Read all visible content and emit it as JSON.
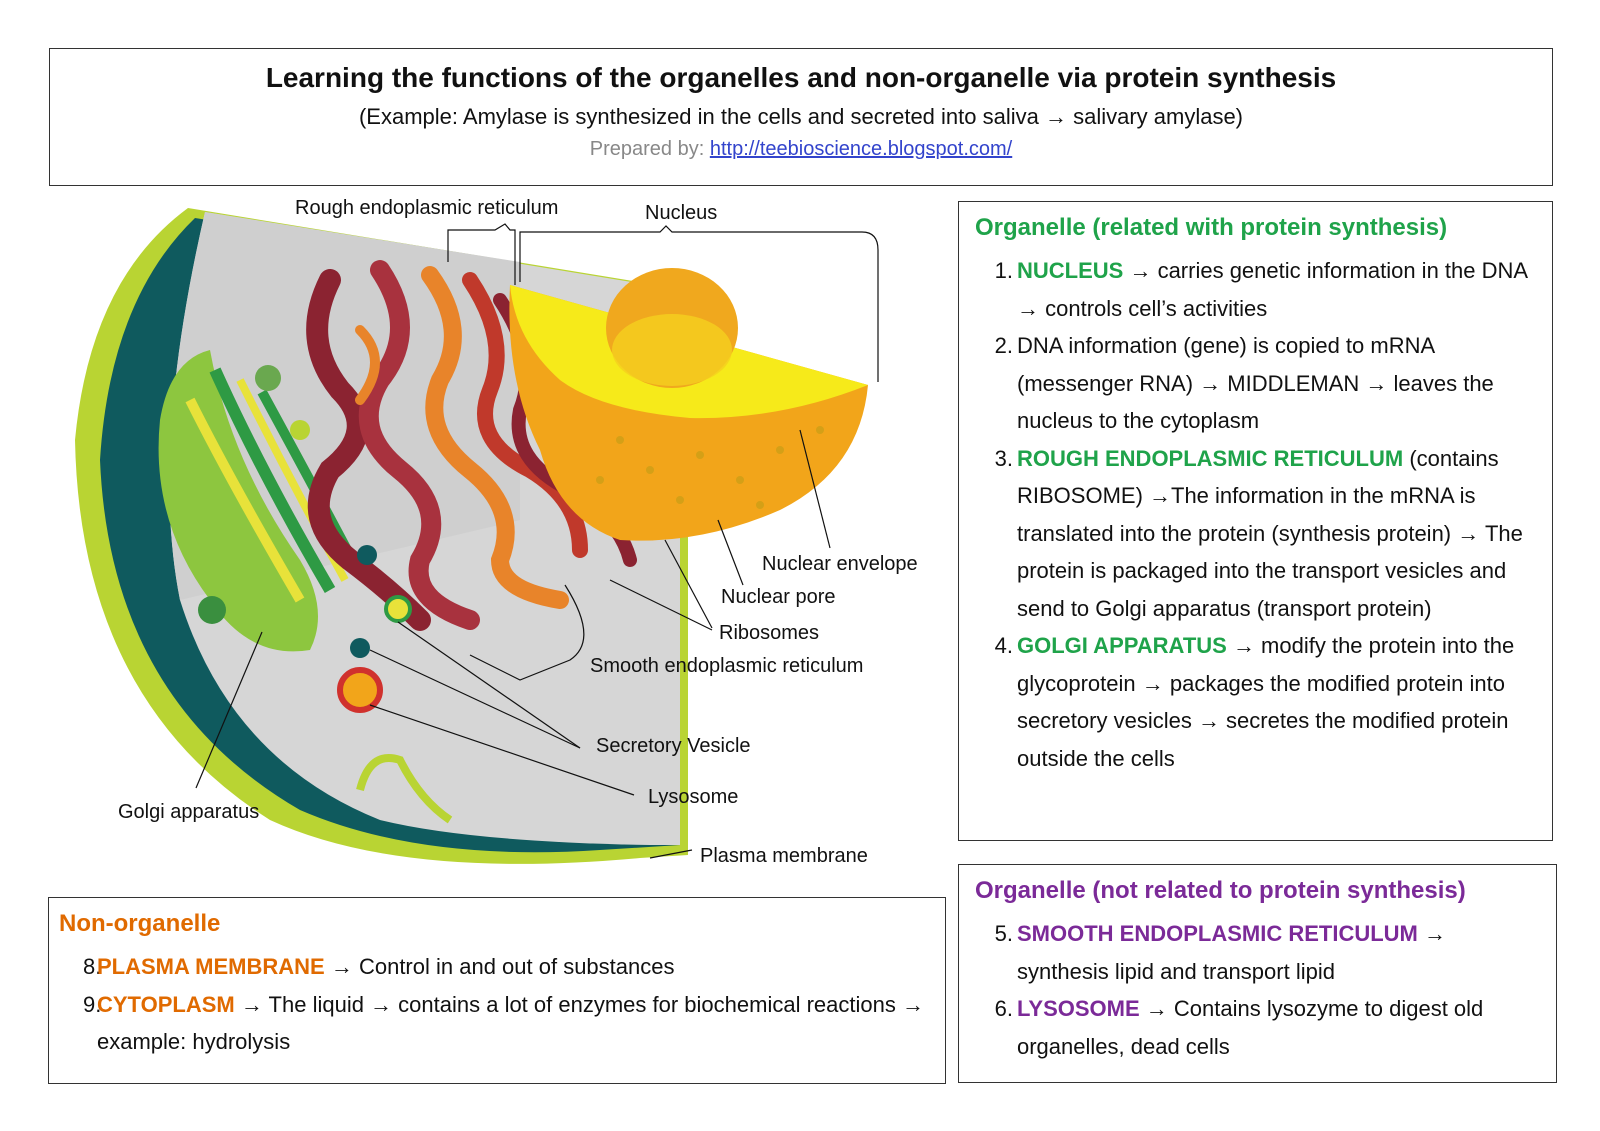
{
  "header": {
    "title": "Learning the functions of the organelles and non-organelle via protein synthesis",
    "subtitle": "(Example: Amylase is synthesized in the cells and secreted into saliva → salivary amylase)",
    "prepared_by": "Prepared by:",
    "link": "http://teebioscience.blogspot.com/"
  },
  "diagram_labels": {
    "rough_er": "Rough endoplasmic reticulum",
    "nucleus": "Nucleus",
    "nuclear_envelope": "Nuclear envelope",
    "nuclear_pore": "Nuclear pore",
    "ribosomes": "Ribosomes",
    "smooth_er": "Smooth endoplasmic reticulum",
    "secretory_vesicle": "Secretory Vesicle",
    "lysosome": "Lysosome",
    "golgi": "Golgi apparatus",
    "plasma_membrane": "Plasma membrane"
  },
  "protein_panel": {
    "title": "Organelle (related with protein synthesis)",
    "items": [
      {
        "num": "1.",
        "kw": "NUCLEUS",
        "text": " → carries genetic information in the DNA → controls cell’s activities"
      },
      {
        "num": "2.",
        "kw": "",
        "text": "DNA information (gene) is copied to mRNA (messenger RNA) → MIDDLEMAN → leaves the nucleus to the cytoplasm"
      },
      {
        "num": "3.",
        "kw": "ROUGH ENDOPLASMIC RETICULUM",
        "text": " (contains RIBOSOME) →The information in the mRNA is translated into the protein (synthesis protein) → The protein is packaged into the transport vesicles and send to Golgi apparatus (transport protein)"
      },
      {
        "num": "4.",
        "kw": "GOLGI APPARATUS",
        "text": " → modify the protein into the glycoprotein → packages the modified protein into secretory vesicles → secretes the modified protein outside the cells"
      }
    ]
  },
  "nonprotein_panel": {
    "title": "Organelle (not related to protein synthesis)",
    "items": [
      {
        "num": "5.",
        "kw": "SMOOTH ENDOPLASMIC RETICULUM",
        "text": " → synthesis lipid and transport lipid"
      },
      {
        "num": "6.",
        "kw": "LYSOSOME",
        "text": " → Contains lysozyme to digest old organelles, dead cells"
      }
    ]
  },
  "nonorg_panel": {
    "title": "Non-organelle",
    "items": [
      {
        "num": "8.",
        "kw": "PLASMA MEMBRANE",
        "text": " → Control in and out of substances"
      },
      {
        "num": "9.",
        "kw": "CYTOPLASM",
        "text": " → The liquid → contains a lot of enzymes for biochemical reactions → example: hydrolysis"
      }
    ]
  },
  "colors": {
    "green": "#1fa34a",
    "purple": "#7b2a98",
    "orange": "#e06a00"
  }
}
